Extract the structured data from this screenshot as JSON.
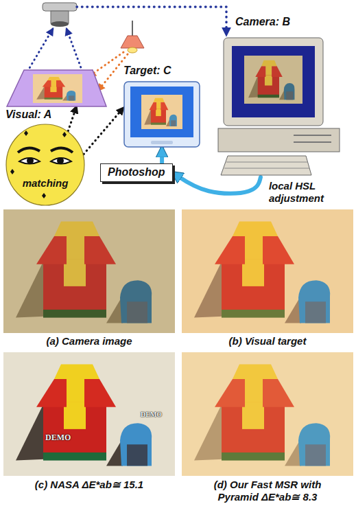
{
  "diagram": {
    "nodes": [
      {
        "text": [
          "Visual: A"
        ]
      },
      {
        "text": [
          "Target: C"
        ]
      },
      {
        "text": [
          "Camera: B"
        ]
      },
      {
        "text": [
          "matching"
        ]
      },
      {
        "text": [
          "Photoshop"
        ]
      }
    ],
    "edges": [
      {
        "from": 3,
        "to": 0,
        "arrow": "to"
      },
      {
        "from": 3,
        "to": 1,
        "arrow": "to"
      },
      {
        "from": 4,
        "to": 1,
        "arrow": "to"
      },
      {
        "from": 2,
        "to": 4,
        "arrow": "to",
        "label": "local HSL adjustment"
      }
    ],
    "labels": [
      "DEMO",
      "DEMO",
      "(a) Camera image",
      "(b) Visual target",
      "(c) NASA ΔE*ab≅ 15.1",
      "(d) Our Fast MSR with Pyramid ΔE*ab≅ 8.3"
    ]
  }
}
